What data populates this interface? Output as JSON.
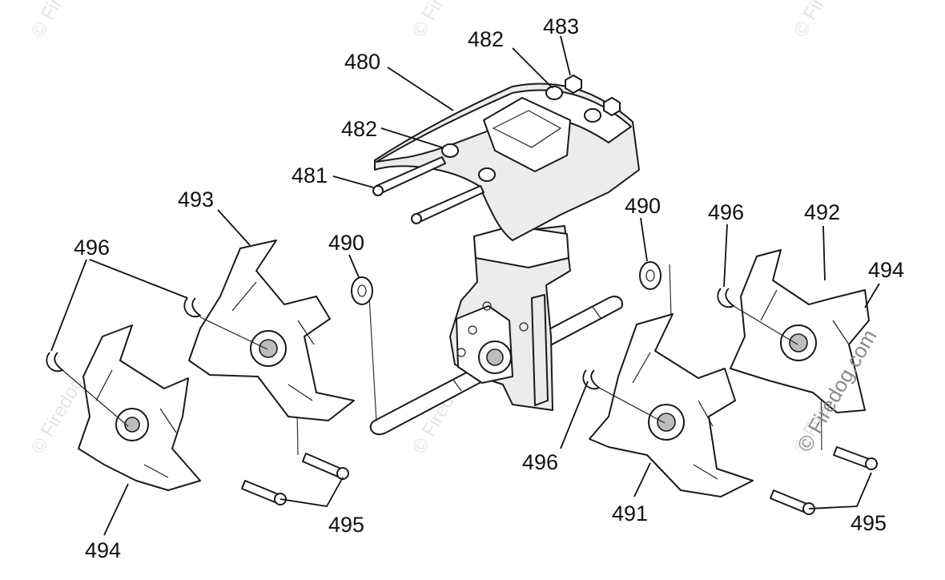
{
  "labels": {
    "l480": "480",
    "l482a": "482",
    "l483": "483",
    "l482b": "482",
    "l481": "481",
    "l493": "493",
    "l496a": "496",
    "l490a": "490",
    "l490b": "490",
    "l496b": "496",
    "l492": "492",
    "l494a": "494",
    "l494b": "494",
    "l495a": "495",
    "l496c": "496",
    "l491": "491",
    "l495b": "495"
  },
  "watermark": {
    "mark": "© Firedog",
    "side": "© Firedog.com"
  }
}
